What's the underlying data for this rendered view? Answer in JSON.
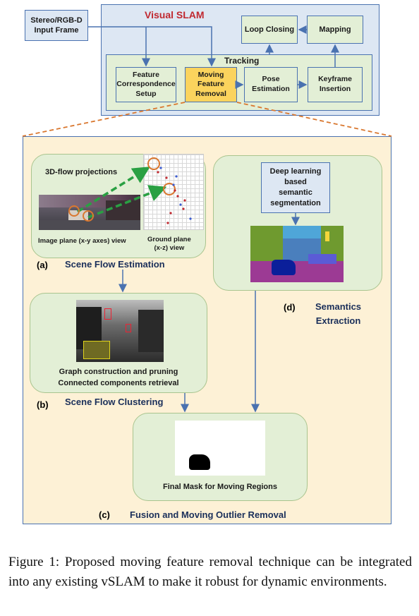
{
  "visual_slam": {
    "title": "Visual SLAM",
    "input": "Stereo/RGB-D\nInput Frame",
    "tracking": "Tracking",
    "loop_closing": "Loop Closing",
    "mapping": "Mapping",
    "feature_setup": "Feature\nCorrespondence\nSetup",
    "moving_removal": "Moving\nFeature\nRemoval",
    "pose_estimation": "Pose\nEstimation",
    "keyframe_insertion": "Keyframe\nInsertion"
  },
  "panel_a": {
    "flow_label": "3D-flow projections",
    "image_plane": "Image plane (x-y axes) view",
    "ground_plane": "Ground plane\n(x-z) view",
    "letter": "(a)",
    "title": "Scene Flow Estimation"
  },
  "panel_b": {
    "caption": "Graph construction and pruning\nConnected components retrieval",
    "letter": "(b)",
    "title": "Scene Flow Clustering"
  },
  "panel_c": {
    "mask_label": "Final Mask for Moving Regions",
    "letter": "(c)",
    "title": "Fusion and Moving Outlier Removal"
  },
  "panel_d": {
    "dl_box": "Deep learning\nbased\nsemantic\nsegmentation",
    "letter": "(d)",
    "title": "Semantics\nExtraction"
  },
  "caption": "Figure 1: Proposed moving feature removal technique can be integrated into any existing vSLAM to make it robust for dynamic environments.",
  "colors": {
    "slam_bg": "#dde7f3",
    "green_bg": "#e3efd6",
    "highlight": "#fbd35d",
    "panel_bg": "#fdf1d6",
    "accent_orange": "#d9772f",
    "arrow_blue": "#4a72b0"
  }
}
